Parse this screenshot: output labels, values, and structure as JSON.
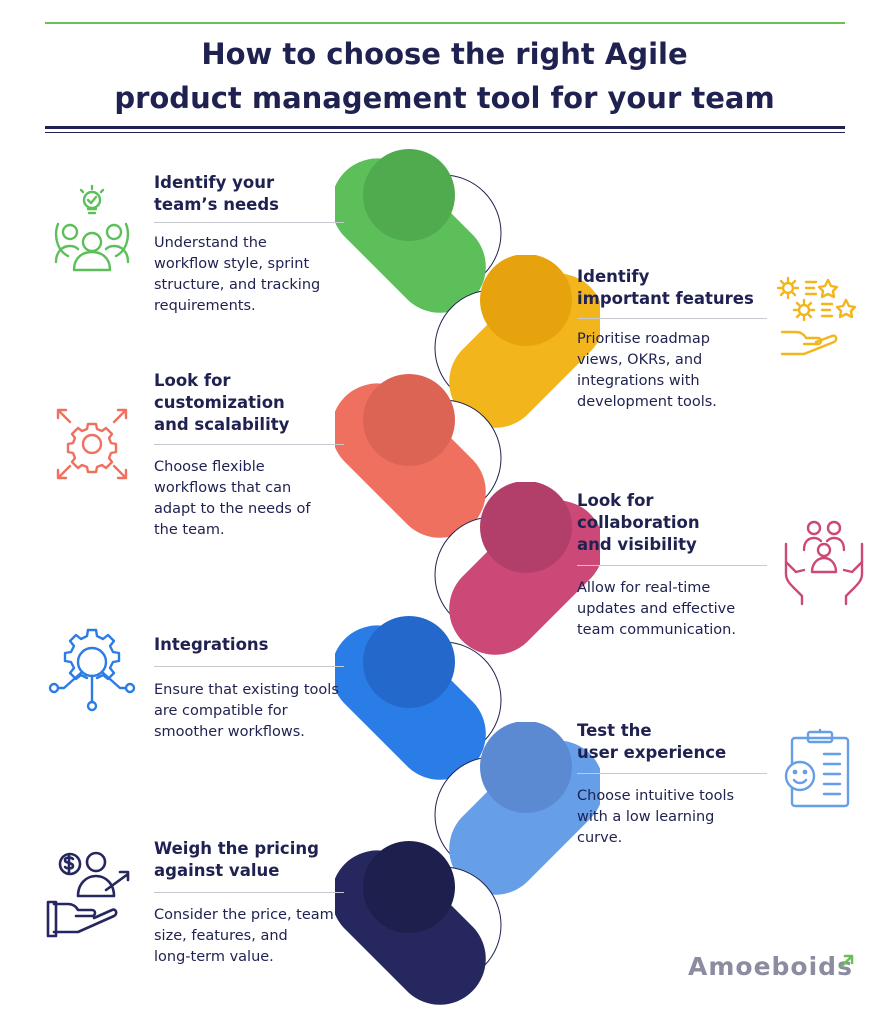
{
  "title": {
    "line1": "How to choose the right Agile",
    "line2": "product management tool for your team"
  },
  "steps": [
    {
      "heading": [
        "Identify your",
        "team’s needs"
      ],
      "body": [
        "Understand the",
        "workflow style, sprint",
        "structure, and tracking",
        "requirements."
      ],
      "color": "#5cbf5a",
      "icon": "team-idea-icon"
    },
    {
      "heading": [
        "Identify",
        "important features"
      ],
      "body": [
        "Prioritise roadmap",
        "views, OKRs, and",
        "integrations with",
        "development tools."
      ],
      "color": "#f2b51c",
      "icon": "features-hand-icon"
    },
    {
      "heading": [
        "Look for",
        "customization",
        "and scalability"
      ],
      "body": [
        "Choose flexible",
        "workflows that can",
        "adapt to the needs of",
        "the team."
      ],
      "color": "#f0705f",
      "icon": "scalability-gear-icon"
    },
    {
      "heading": [
        "Look for",
        "collaboration",
        "and visibility"
      ],
      "body": [
        "Allow for real-time",
        "updates and effective",
        "team communication."
      ],
      "color": "#cc4877",
      "icon": "collaboration-people-icon"
    },
    {
      "heading": [
        "Integrations"
      ],
      "body": [
        "Ensure that existing tools",
        "are compatible for",
        "smoother workflows."
      ],
      "color": "#2a7ce6",
      "icon": "integrations-network-icon"
    },
    {
      "heading": [
        "Test the",
        "user experience"
      ],
      "body": [
        "Choose intuitive tools",
        "with a low learning",
        "curve."
      ],
      "color": "#679ee8",
      "icon": "clipboard-smile-icon"
    },
    {
      "heading": [
        "Weigh the pricing",
        "against value"
      ],
      "body": [
        "Consider the price, team",
        "size, features, and",
        "long-term value."
      ],
      "color": "#25275e",
      "icon": "pricing-value-icon"
    }
  ],
  "brand": {
    "name": "Amoeboids",
    "color": "#8c8ca0",
    "accent": "#6bbf59"
  }
}
